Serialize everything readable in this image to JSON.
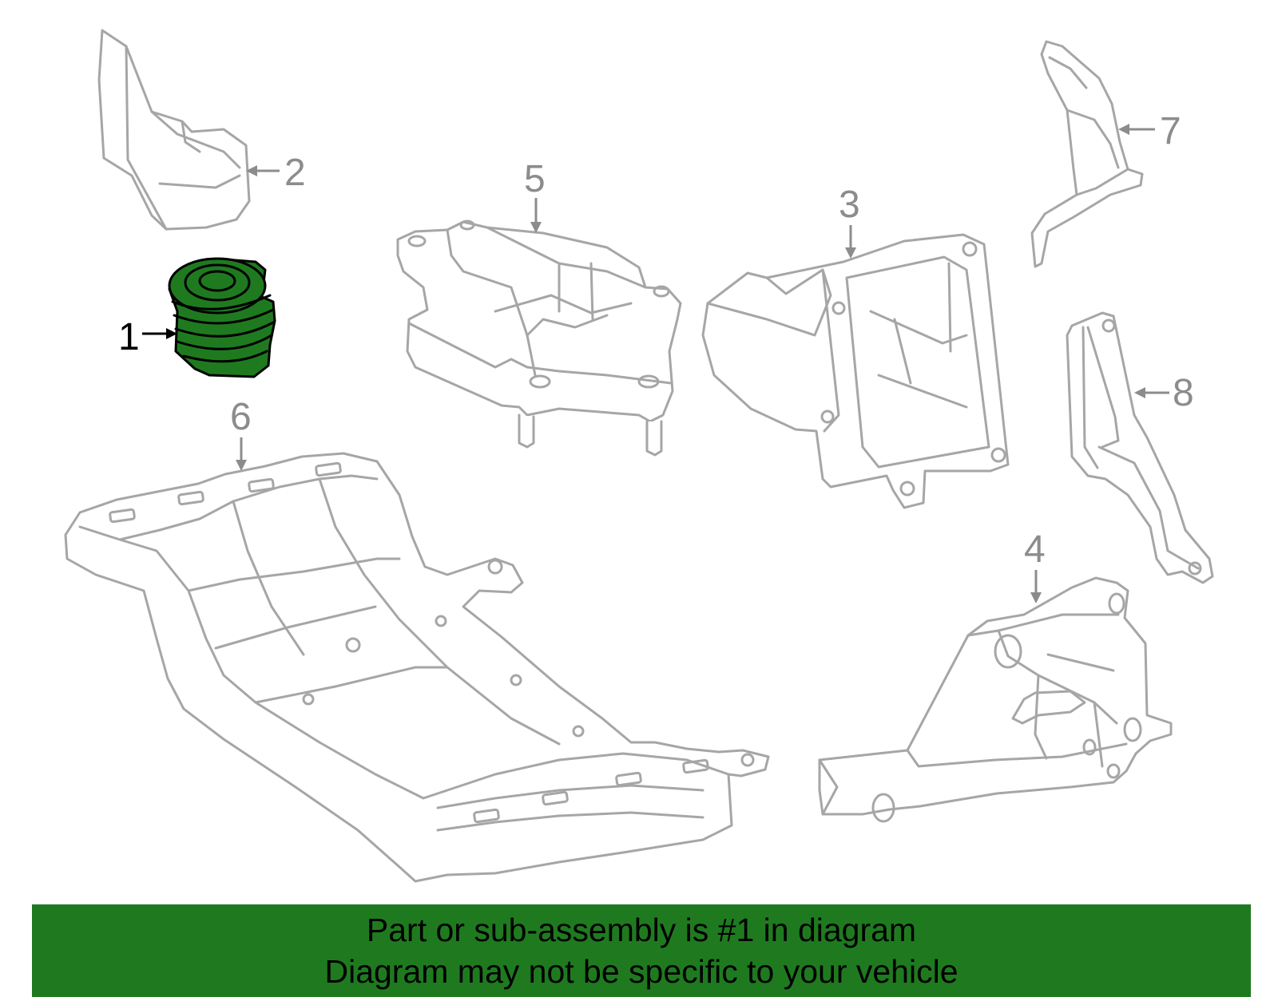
{
  "diagram": {
    "callouts": {
      "c1": "1",
      "c2": "2",
      "c3": "3",
      "c4": "4",
      "c5": "5",
      "c6": "6",
      "c7": "7",
      "c8": "8"
    },
    "highlight_color": "#1f7a1f",
    "outline_color": "#a6a6a6"
  },
  "banner": {
    "line1": "Part or sub-assembly is #1 in diagram",
    "line2": "Diagram may not be specific to your vehicle",
    "background": "#1f7a1f"
  }
}
